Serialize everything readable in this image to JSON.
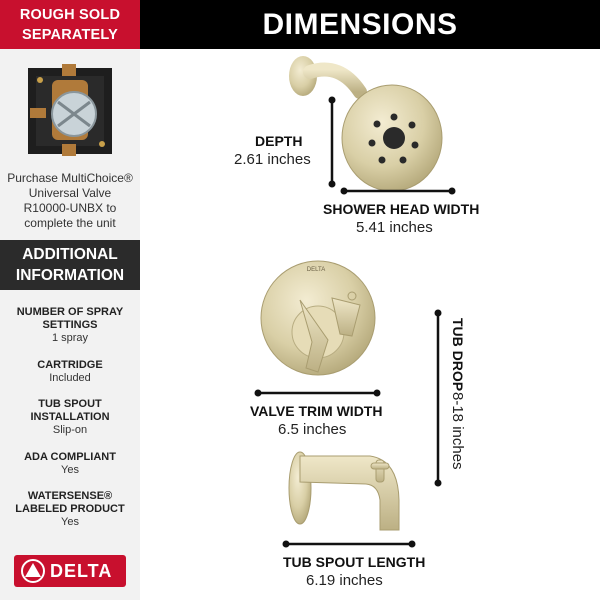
{
  "sidebar": {
    "rough_banner": {
      "line1": "ROUGH SOLD",
      "line2": "SEPARATELY"
    },
    "purchase_text": {
      "line1": "Purchase MultiChoice®",
      "line2": "Universal Valve",
      "line3": "R10000-UNBX to",
      "line4": "complete the unit"
    },
    "additional_banner": {
      "line1": "ADDITIONAL",
      "line2": "INFORMATION"
    },
    "specs": [
      {
        "label1": "NUMBER OF SPRAY",
        "label2": "SETTINGS",
        "value": "1 spray"
      },
      {
        "label1": "CARTRIDGE",
        "label2": "",
        "value": "Included"
      },
      {
        "label1": "TUB SPOUT",
        "label2": "INSTALLATION",
        "value": "Slip-on"
      },
      {
        "label1": "ADA COMPLIANT",
        "label2": "",
        "value": "Yes"
      },
      {
        "label1": "WATERSENSE®",
        "label2": "LABELED PRODUCT",
        "value": "Yes"
      }
    ],
    "logo_text": "DELTA"
  },
  "header": {
    "title": "DIMENSIONS"
  },
  "dimensions": {
    "depth": {
      "label": "DEPTH",
      "value": "2.61 inches"
    },
    "shower_head_width": {
      "label": "SHOWER HEAD WIDTH",
      "value": "5.41 inches"
    },
    "valve_trim_width": {
      "label": "VALVE TRIM WIDTH",
      "value": "6.5 inches"
    },
    "tub_drop": {
      "label": "TUB DROP",
      "value": "8-18 inches"
    },
    "tub_spout_length": {
      "label": "TUB SPOUT LENGTH",
      "value": "6.19 inches"
    }
  },
  "trim_brand": "DELTA",
  "colors": {
    "red": "#c8102e",
    "dark": "#2b2b2b",
    "black": "#000000",
    "brass": "#d9cfa6"
  }
}
